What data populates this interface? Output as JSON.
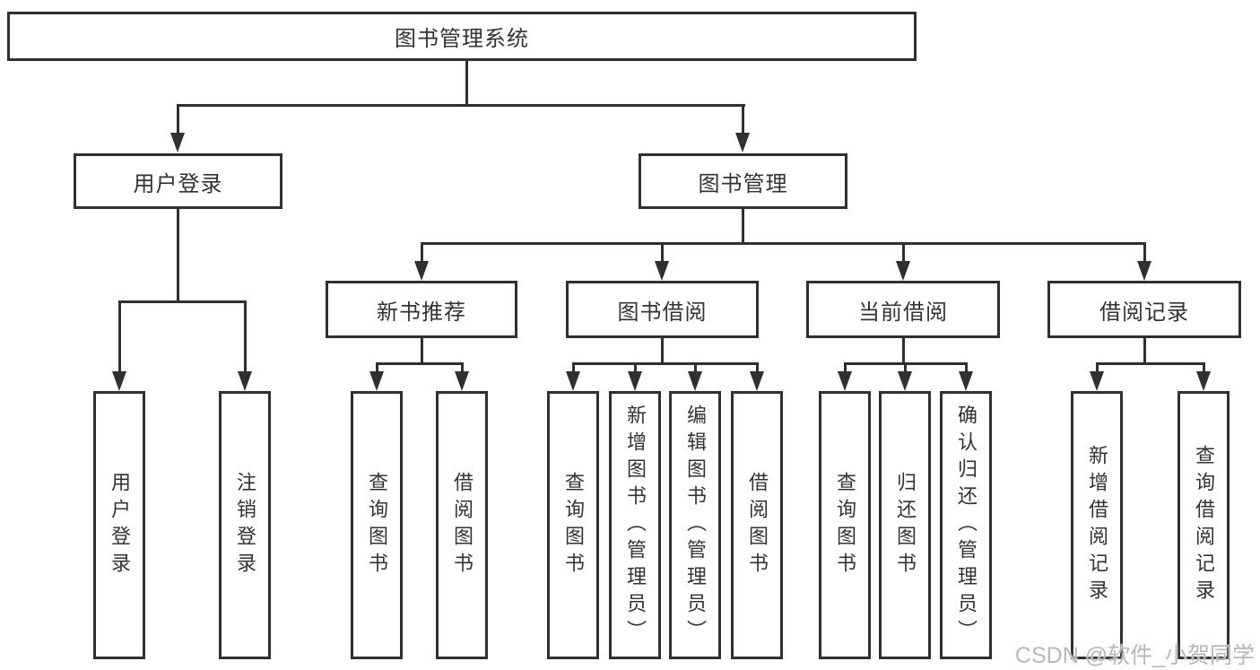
{
  "diagram": {
    "nodes": {
      "root": "图书管理系统",
      "user_login": "用户登录",
      "book_mgmt": "图书管理",
      "new_book_rec": "新书推荐",
      "book_borrow": "图书借阅",
      "current_borrow": "当前借阅",
      "borrow_record": "借阅记录",
      "leaf_user_login": "用户登录",
      "leaf_logout": "注销登录",
      "leaf_query_book_a": "查询图书",
      "leaf_borrow_book_a": "借阅图书",
      "leaf_query_book_b": "查询图书",
      "leaf_add_book": "新增图书（管理员）",
      "leaf_edit_book": "编辑图书（管理员）",
      "leaf_borrow_book_b": "借阅图书",
      "leaf_query_book_c": "查询图书",
      "leaf_return_book": "归还图书",
      "leaf_confirm_return": "确认归还（管理员）",
      "leaf_add_borrow_record": "新增借阅记录",
      "leaf_query_borrow_record": "查询借阅记录"
    },
    "watermark": "CSDN @软件_小贺同学",
    "colors": {
      "line": "#303030",
      "text": "#333333",
      "watermark": "#b8b8b8",
      "background": "#ffffff"
    }
  }
}
